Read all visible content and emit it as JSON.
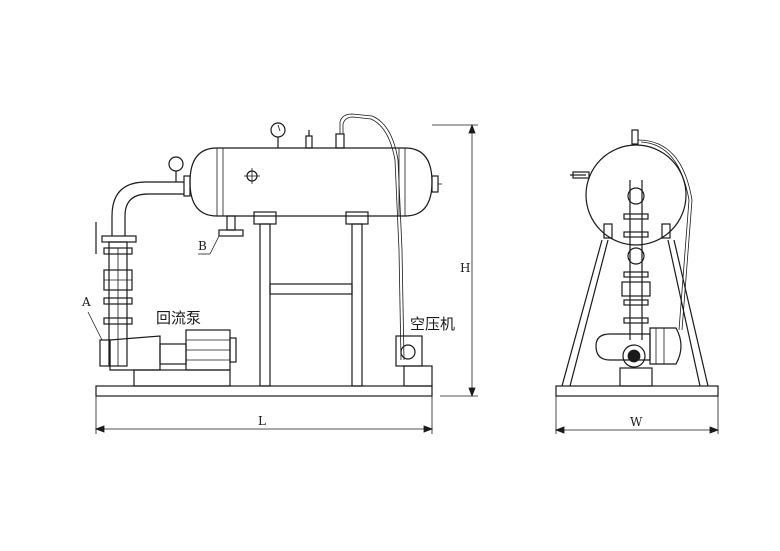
{
  "labels": {
    "inlet_a": "A",
    "outlet_b": "B",
    "return_pump": "回流泵",
    "air_compressor": "空压机",
    "height_dim": "H",
    "length_dim": "L",
    "width_dim": "W"
  }
}
